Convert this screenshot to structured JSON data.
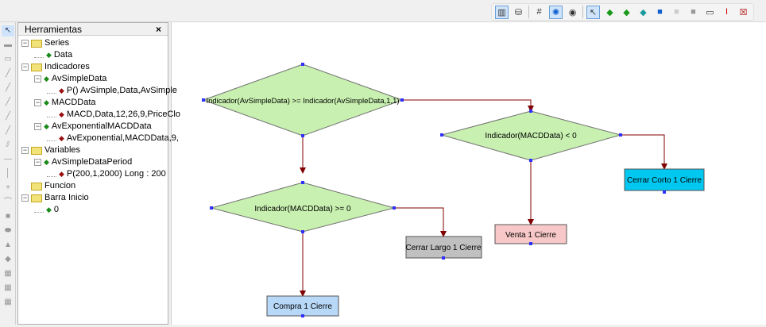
{
  "toolbar": {
    "icons": [
      "panel-icon",
      "database-icon",
      "grid-icon",
      "network-icon",
      "view-icon",
      "pointer-icon",
      "diamond-icon",
      "diamond-link-icon",
      "diamond-link2-icon",
      "blue-rect-icon",
      "gray-rect-icon",
      "dark-gray-rect-icon",
      "console-icon",
      "text-cursor-icon",
      "delete-icon"
    ]
  },
  "panel": {
    "title": "Herramientas",
    "close": "×",
    "tree": [
      {
        "label": "Series",
        "type": "folder",
        "level": 0
      },
      {
        "label": "Data",
        "type": "green",
        "level": 1
      },
      {
        "label": "Indicadores",
        "type": "folder",
        "level": 0
      },
      {
        "label": "AvSimpleData",
        "type": "green",
        "level": 1,
        "exp": true
      },
      {
        "label": "P() AvSimple,Data,AvSimple",
        "type": "red",
        "level": 2
      },
      {
        "label": "MACDData",
        "type": "green",
        "level": 1,
        "exp": true
      },
      {
        "label": "MACD,Data,12,26,9,PriceClo",
        "type": "red",
        "level": 2
      },
      {
        "label": "AvExponentialMACDData",
        "type": "green",
        "level": 1,
        "exp": true
      },
      {
        "label": "AvExponential,MACDData,9,",
        "type": "red",
        "level": 2
      },
      {
        "label": "Variables",
        "type": "folder",
        "level": 0
      },
      {
        "label": "AvSimpleDataPeriod",
        "type": "green",
        "level": 1,
        "exp": true
      },
      {
        "label": "P(200,1,2000) Long : 200",
        "type": "red",
        "level": 2
      },
      {
        "label": "Funcion",
        "type": "folder",
        "level": 0,
        "noexp": true
      },
      {
        "label": "Barra Inicio",
        "type": "folder",
        "level": 0
      },
      {
        "label": "0",
        "type": "green",
        "level": 1
      }
    ]
  },
  "diagram": {
    "colors": {
      "decision": "#c8f0b0",
      "edge": "#800000",
      "cerrar_corto": "#00c8f0",
      "venta": "#f8c8c8",
      "cerrar_largo": "#c0c0c0",
      "compra": "#b8d8f8"
    },
    "d1": "Indicador(AvSimpleData) >= Indicador(AvSimpleData,1,1)",
    "d2": "Indicador(MACDData) < 0",
    "d3": "Indicador(MACDData) >= 0",
    "cerrar_corto": "Cerrar Corto 1 Cierre",
    "venta": "Venta 1 Cierre",
    "cerrar_largo": "Cerrar Largo 1 Cierre",
    "compra": "Compra 1 Cierre"
  }
}
